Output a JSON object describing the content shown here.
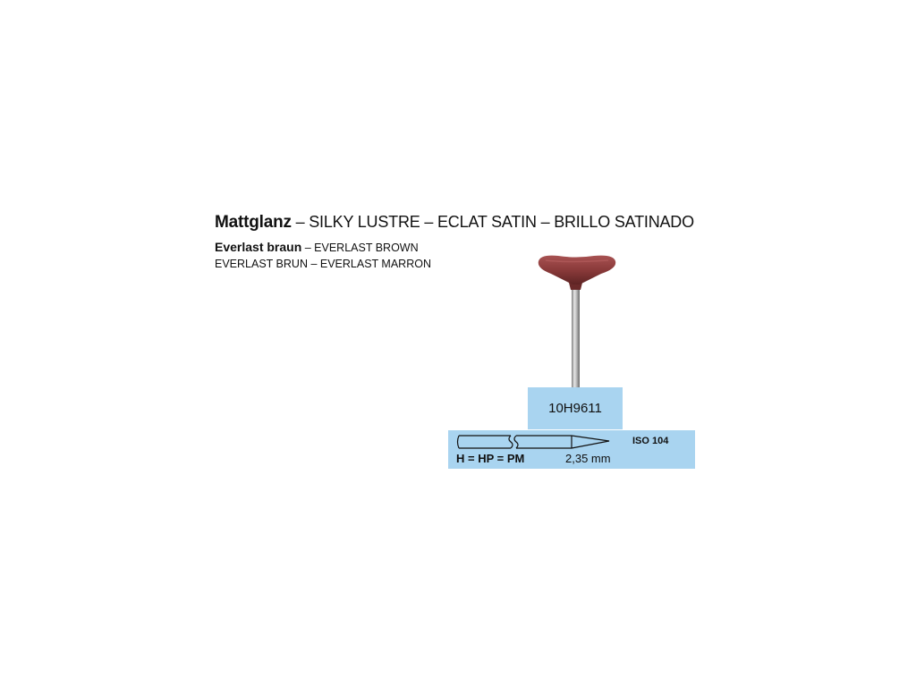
{
  "heading": {
    "main_bold": "Mattglanz",
    "main_rest": " – SILKY LUSTRE – ECLAT SATIN – BRILLO SATINADO",
    "line2_bold": "Everlast braun",
    "line2_rest": " – EVERLAST BROWN",
    "line3": "EVERLAST BRUN – EVERLAST MARRON"
  },
  "product": {
    "code": "10H9611",
    "iso": "ISO 104",
    "shank_type": "H = HP = PM",
    "shank_diameter": "2,35 mm",
    "head_color": "#8a3a3a",
    "box_color": "#a9d4f0"
  }
}
